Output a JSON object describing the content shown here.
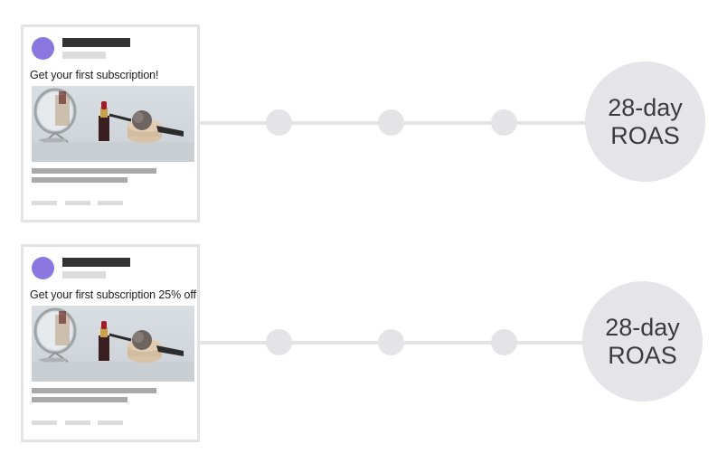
{
  "colors": {
    "avatar": "#8a78e0",
    "connector": "#e4e4e7",
    "metric_circle": "#e4e4e9"
  },
  "rows": [
    {
      "ad": {
        "headline": "Get your first subscription!",
        "image_icon": "cosmetics-photo-icon"
      },
      "metric": {
        "line1": "28-day",
        "line2": "ROAS"
      }
    },
    {
      "ad": {
        "headline": "Get your first subscription 25% off",
        "image_icon": "cosmetics-photo-icon"
      },
      "metric": {
        "line1": "28-day",
        "line2": "ROAS"
      }
    }
  ]
}
